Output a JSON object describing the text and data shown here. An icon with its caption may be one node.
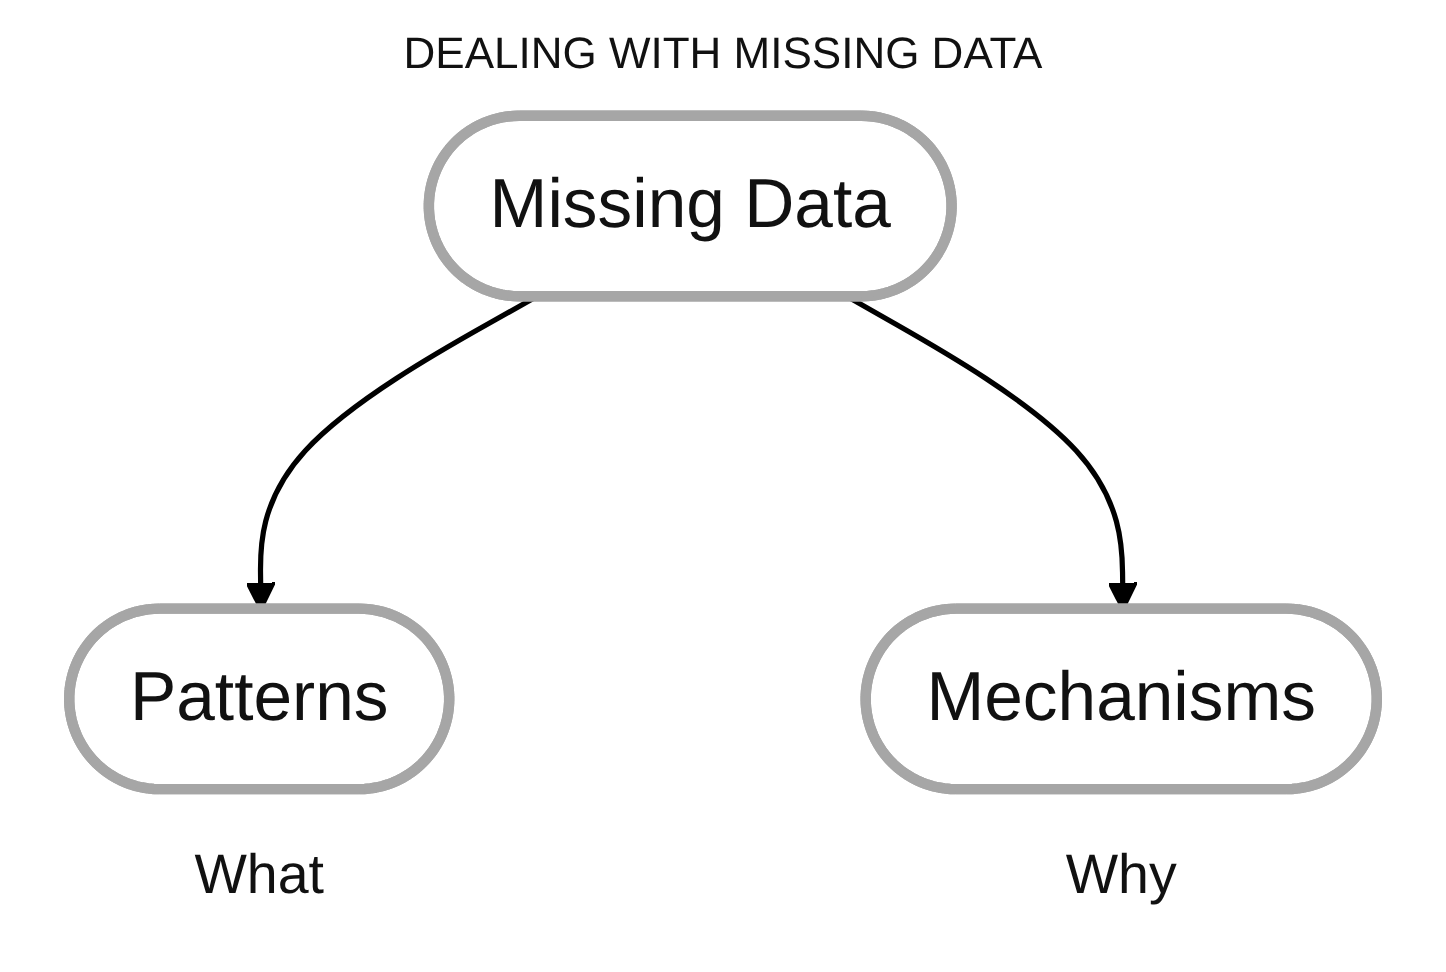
{
  "diagram": {
    "title": "DEALING WITH MISSING DATA",
    "nodes": [
      {
        "text": [
          "Missing Data"
        ]
      },
      {
        "text": [
          "Patterns"
        ],
        "beside": [
          "What"
        ]
      },
      {
        "text": [
          "Mechanisms"
        ],
        "beside": [
          "Why"
        ]
      }
    ],
    "edges": [
      {
        "from": 0,
        "to": 1,
        "arrow": "to"
      },
      {
        "from": 0,
        "to": 2,
        "arrow": "to"
      }
    ]
  }
}
